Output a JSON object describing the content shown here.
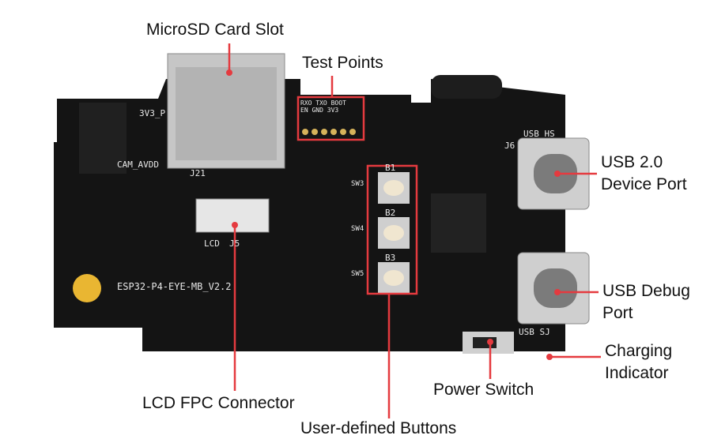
{
  "callouts": {
    "microsd": "MicroSD Card Slot",
    "test_points": "Test Points",
    "usb20_line1": "USB 2.0",
    "usb20_line2": "Device Port",
    "usb_debug_line1": "USB Debug",
    "usb_debug_line2": "Port",
    "charging_line1": "Charging",
    "charging_line2": "Indicator",
    "power_switch": "Power Switch",
    "lcd_fpc": "LCD FPC Connector",
    "user_buttons": "User-defined Buttons"
  },
  "silkscreen": {
    "board_name": "ESP32-P4-EYE-MB_V2.2",
    "test_point_labels": [
      "RXO",
      "TXO",
      "BOOT",
      "EN",
      "GND",
      "3V3"
    ],
    "buttons": [
      "B1",
      "B2",
      "B3"
    ],
    "switches": [
      "SW3",
      "SW4",
      "SW5"
    ],
    "usb_hs": "USB HS",
    "usb_sj": "USB SJ",
    "lcd": "LCD",
    "j5": "J5",
    "j21": "J21",
    "j6": "J6",
    "cam": "CAM_AVDD",
    "v3p": "3V3_P"
  },
  "colors": {
    "callout": "#e53a3f",
    "board": "#141414",
    "metal": "#c9c9c9"
  }
}
